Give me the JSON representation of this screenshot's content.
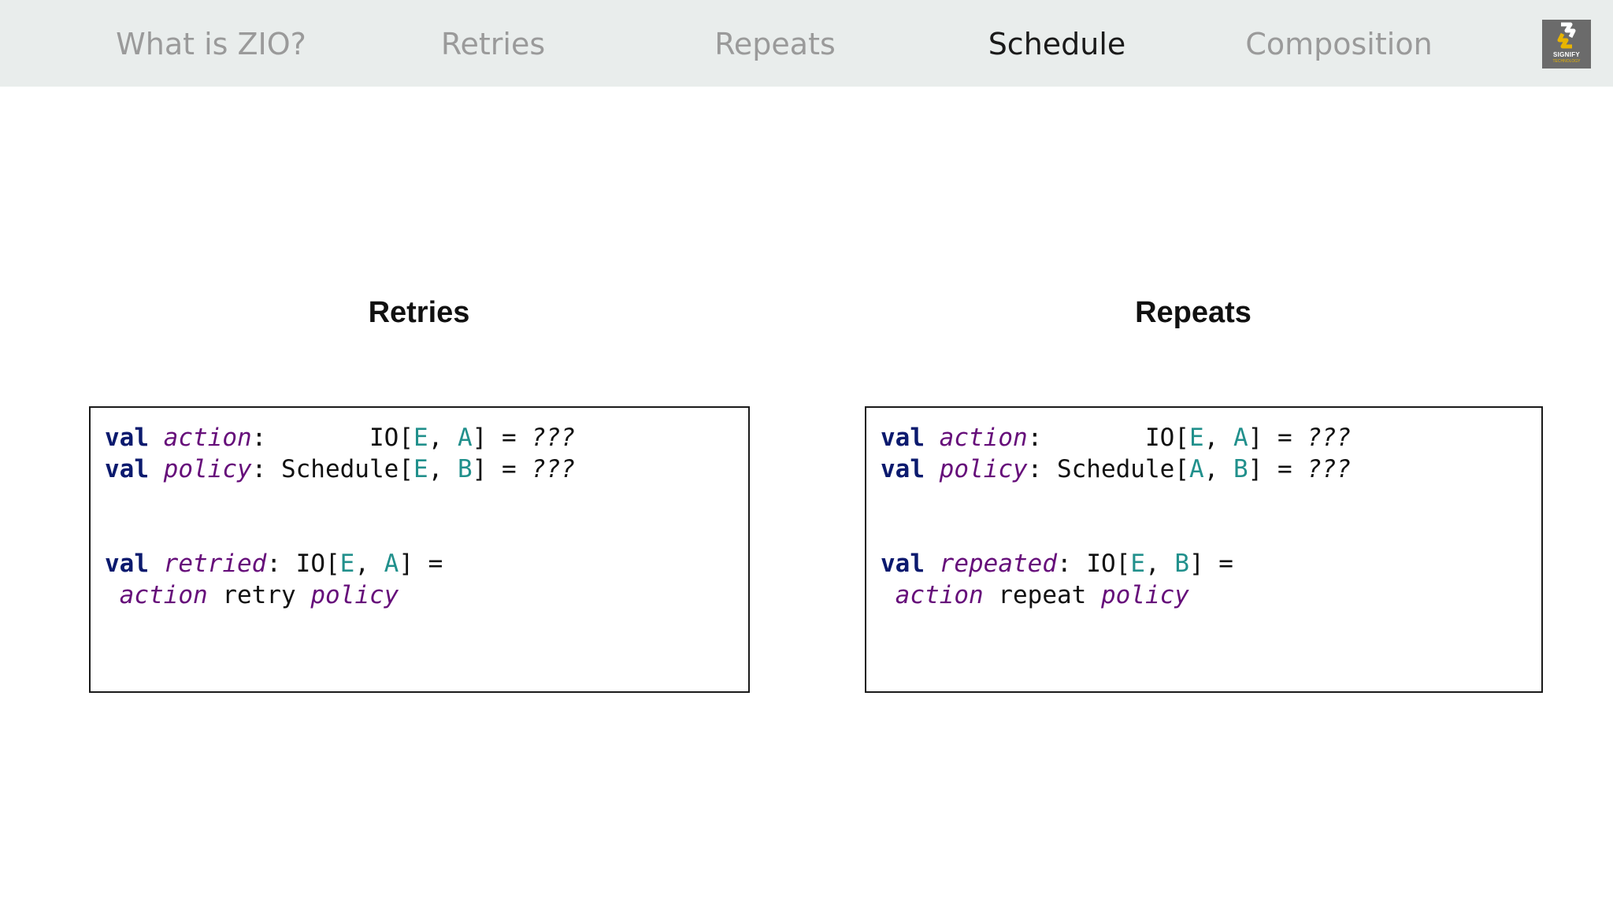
{
  "nav": {
    "items": [
      {
        "label": "What is ZIO?"
      },
      {
        "label": "Retries"
      },
      {
        "label": "Repeats"
      },
      {
        "label": "Schedule"
      },
      {
        "label": "Composition"
      }
    ],
    "active_index": 3
  },
  "logo": {
    "text": "SIGNIFY",
    "subtext": "TECHNOLOGY",
    "colors": {
      "background": "#6b6b6b",
      "accent": "#e8b400"
    }
  },
  "left": {
    "title": "Retries",
    "code": {
      "kw": "val",
      "line1": {
        "name": "action",
        "colon": ":       ",
        "type": "IO",
        "p1": "E",
        "p2": "A",
        "rest": "] = ",
        "q": "???"
      },
      "line2": {
        "name": "policy",
        "colon": ": ",
        "type": "Schedule",
        "p1": "E",
        "p2": "B",
        "rest": "] = ",
        "q": "???"
      },
      "line3": {
        "name": "retried",
        "colon": ": ",
        "type": "IO",
        "p1": "E",
        "p2": "A",
        "rest": "] ="
      },
      "line4": {
        "a": "action",
        "op": "retry",
        "b": "policy"
      }
    }
  },
  "right": {
    "title": "Repeats",
    "code": {
      "kw": "val",
      "line1": {
        "name": "action",
        "colon": ":       ",
        "type": "IO",
        "p1": "E",
        "p2": "A",
        "rest": "] = ",
        "q": "???"
      },
      "line2": {
        "name": "policy",
        "colon": ": ",
        "type": "Schedule",
        "p1": "A",
        "p2": "B",
        "rest": "] = ",
        "q": "???"
      },
      "line3": {
        "name": "repeated",
        "colon": ": ",
        "type": "IO",
        "p1": "E",
        "p2": "B",
        "rest": "] ="
      },
      "line4": {
        "a": "action",
        "op": "repeat",
        "b": "policy"
      }
    }
  },
  "colors": {
    "keyword": "#0b1a6e",
    "identifier": "#660e7a",
    "type_param": "#21908c",
    "nav_inactive": "#9a9a9a",
    "nav_active": "#1a1a1a",
    "nav_bg": "#e9edec"
  }
}
